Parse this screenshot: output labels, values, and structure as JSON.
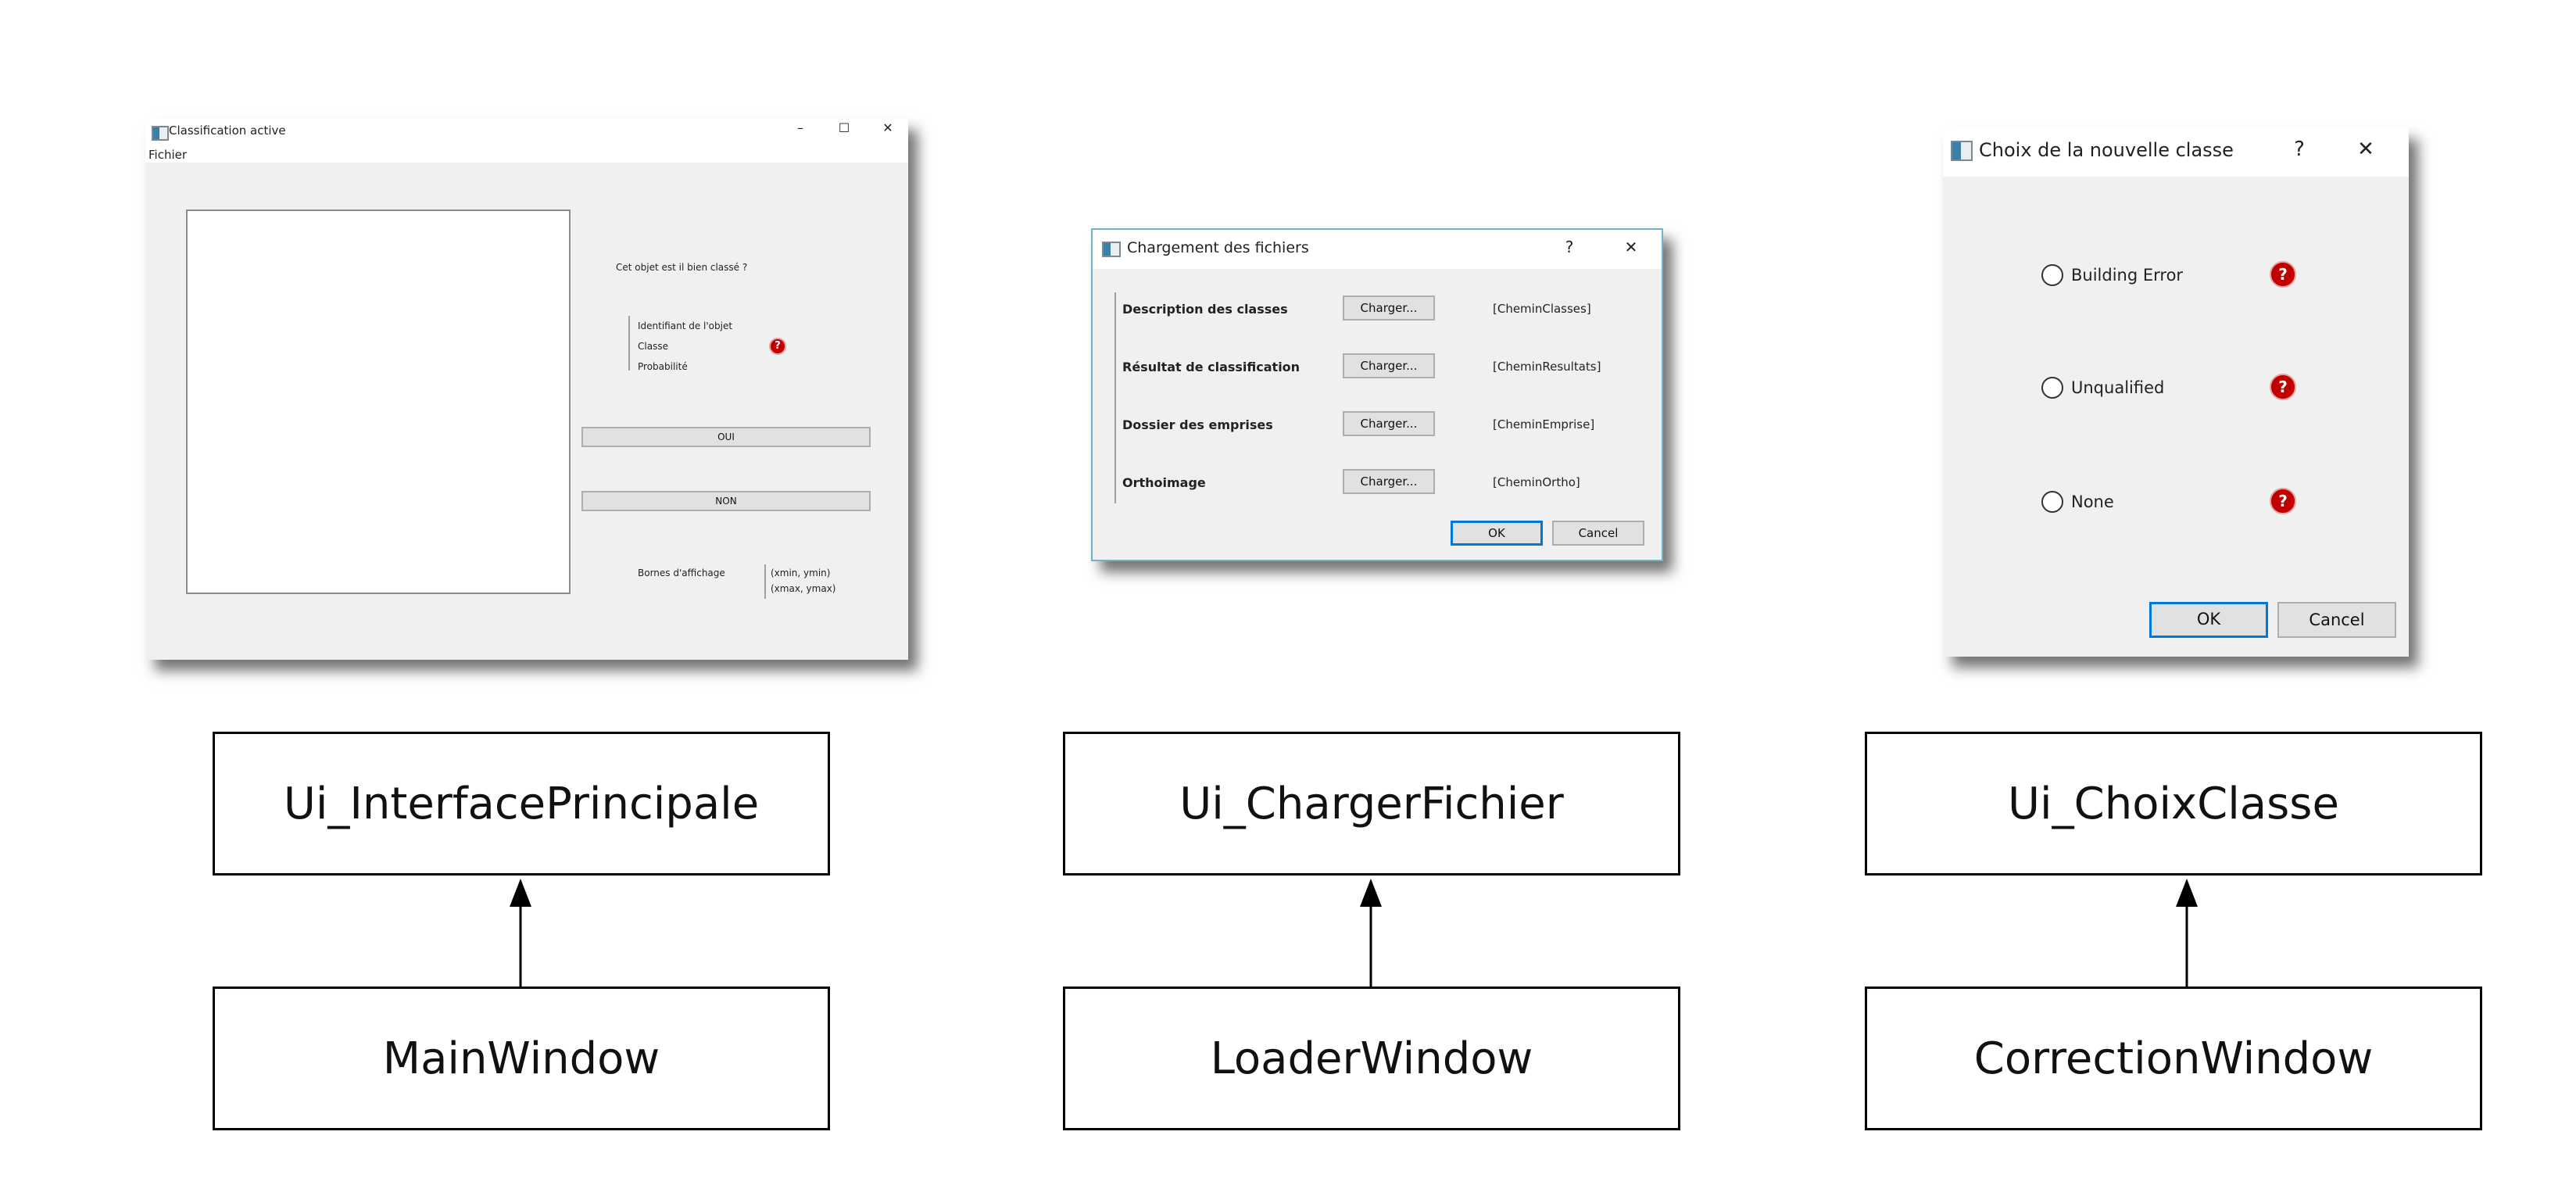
{
  "main_window": {
    "title": "Classification active",
    "menu": "Fichier",
    "minimize": "–",
    "maximize": "☐",
    "close": "✕",
    "question": "Cet objet est il bien classé ?",
    "field_id": "Identifiant de l'objet",
    "field_class": "Classe",
    "field_prob": "Probabilité",
    "yes_button": "OUI",
    "no_button": "NON",
    "bounds_label": "Bornes d'affichage",
    "bounds_min": "(xmin, ymin)",
    "bounds_max": "(xmax, ymax)",
    "help_glyph": "?"
  },
  "loader_window": {
    "title": "Chargement des fichiers",
    "help": "?",
    "close": "✕",
    "rows": [
      {
        "label": "Description des classes",
        "button": "Charger...",
        "path": "[CheminClasses]"
      },
      {
        "label": "Résultat de classification",
        "button": "Charger...",
        "path": "[CheminResultats]"
      },
      {
        "label": "Dossier des emprises",
        "button": "Charger...",
        "path": "[CheminEmprise]"
      },
      {
        "label": "Orthoimage",
        "button": "Charger...",
        "path": "[CheminOrtho]"
      }
    ],
    "ok": "OK",
    "cancel": "Cancel"
  },
  "choice_window": {
    "title": "Choix de la nouvelle classe",
    "help": "?",
    "close": "✕",
    "options": [
      {
        "label": "Building Error",
        "help": "?"
      },
      {
        "label": "Unqualified",
        "help": "?"
      },
      {
        "label": "None",
        "help": "?"
      }
    ],
    "ok": "OK",
    "cancel": "Cancel"
  },
  "diagram": {
    "ui_boxes": [
      "Ui_InterfacePrincipale",
      "Ui_ChargerFichier",
      "Ui_ChoixClasse"
    ],
    "window_boxes": [
      "MainWindow",
      "LoaderWindow",
      "CorrectionWindow"
    ]
  },
  "colors": {
    "window_bg": "#f0f0f0",
    "help_red": "#c00000",
    "accent_blue": "#0078d7"
  }
}
